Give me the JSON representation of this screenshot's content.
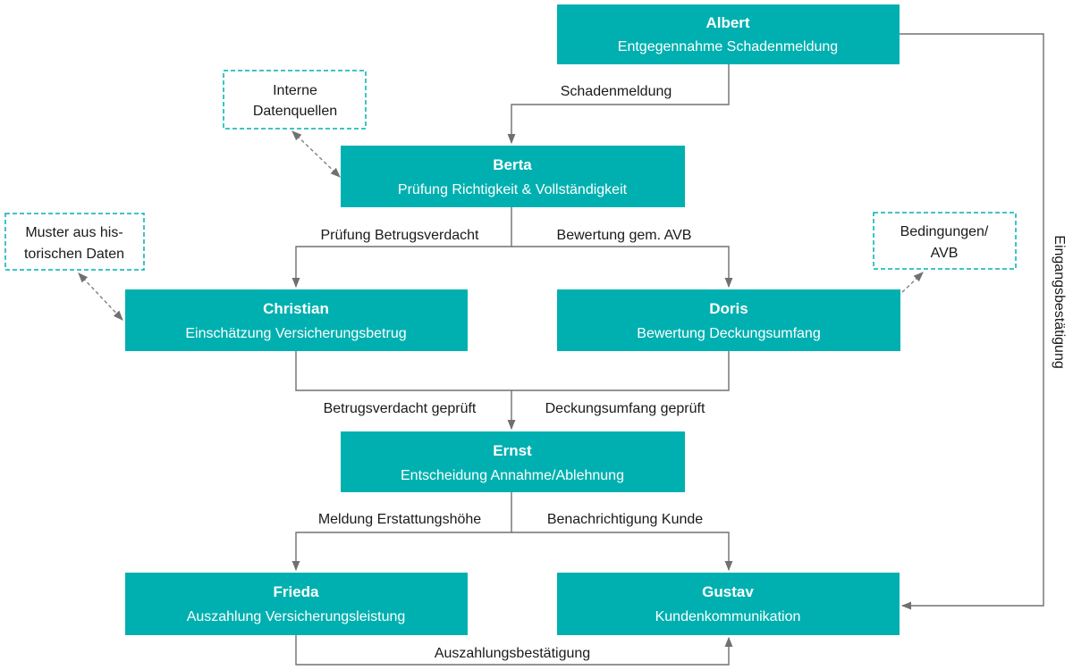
{
  "colors": {
    "box_fill": "#00b0b0",
    "line": "#707070",
    "dashed_border": "#00b0b0"
  },
  "nodes": {
    "albert": {
      "name": "Albert",
      "role": "Entgegennahme Schadenmeldung"
    },
    "berta": {
      "name": "Berta",
      "role": "Prüfung Richtigkeit & Vollständigkeit"
    },
    "christian": {
      "name": "Christian",
      "role": "Einschätzung Versicherungsbetrug"
    },
    "doris": {
      "name": "Doris",
      "role": "Bewertung Deckungsumfang"
    },
    "ernst": {
      "name": "Ernst",
      "role": "Entscheidung Annahme/Ablehnung"
    },
    "frieda": {
      "name": "Frieda",
      "role": "Auszahlung Versicherungsleistung"
    },
    "gustav": {
      "name": "Gustav",
      "role": "Kundenkommunikation"
    }
  },
  "sources": {
    "interne": {
      "line1": "Interne",
      "line2": "Datenquellen"
    },
    "muster": {
      "line1": "Muster aus his-",
      "line2": "torischen Daten"
    },
    "bedingungen": {
      "line1": "Bedingungen/",
      "line2": "AVB"
    }
  },
  "edges": {
    "schadenmeldung": "Schadenmeldung",
    "pruefung_betrugsverdacht": "Prüfung Betrugsverdacht",
    "bewertung_avb": "Bewertung gem. AVB",
    "betrugsverdacht_geprueft": "Betrugsverdacht geprüft",
    "deckungsumfang_geprueft": "Deckungsumfang geprüft",
    "meldung_erstattungshoehe": "Meldung Erstattungshöhe",
    "benachrichtigung_kunde": "Benachrichtigung Kunde",
    "auszahlungsbestaetigung": "Auszahlungsbestätigung",
    "eingangsbestaetigung": "Eingangsbestätigung"
  }
}
